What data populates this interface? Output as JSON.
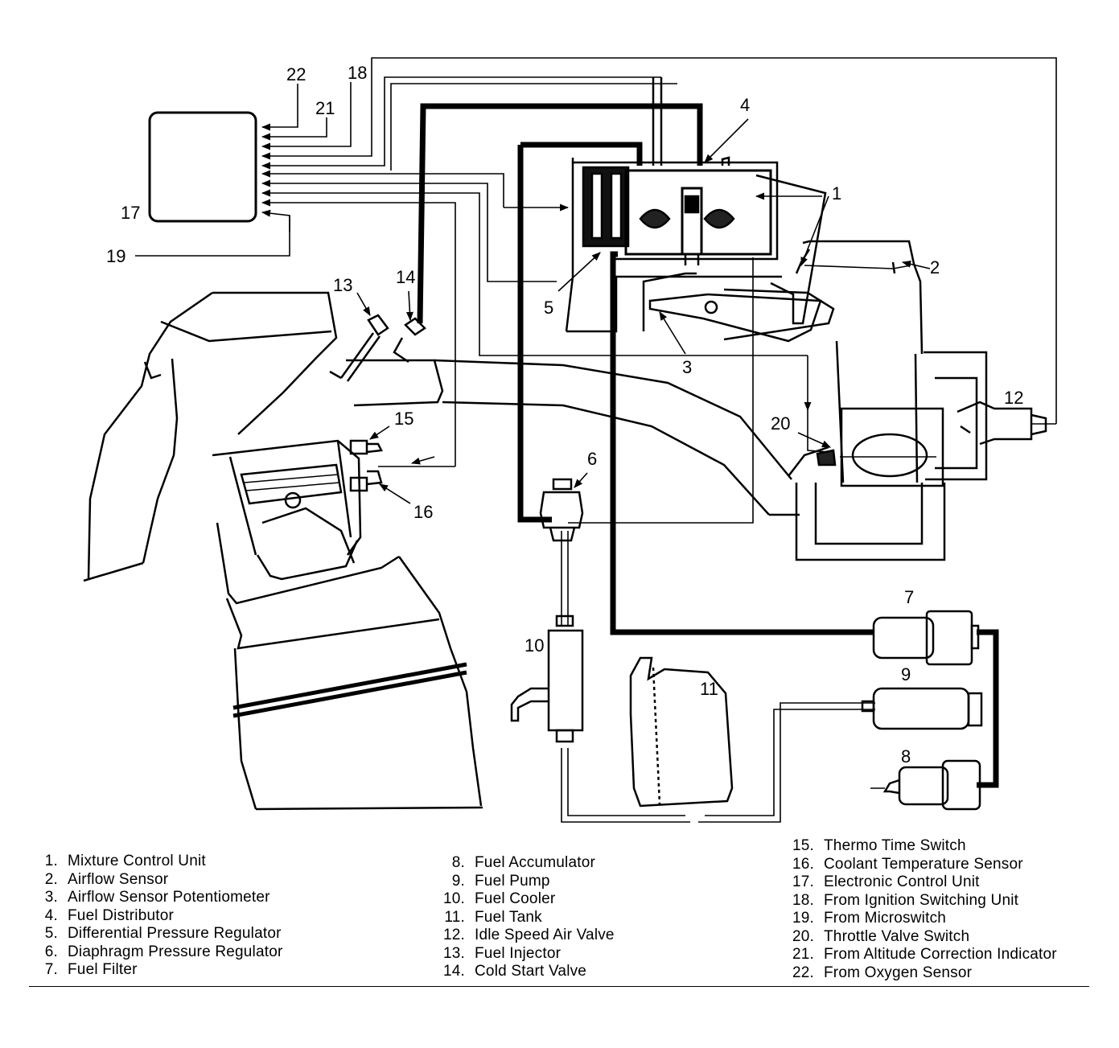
{
  "diagram": {
    "callouts": [
      {
        "id": "1",
        "label": "1"
      },
      {
        "id": "2",
        "label": "2"
      },
      {
        "id": "3",
        "label": "3"
      },
      {
        "id": "4",
        "label": "4"
      },
      {
        "id": "5",
        "label": "5"
      },
      {
        "id": "6",
        "label": "6"
      },
      {
        "id": "7",
        "label": "7"
      },
      {
        "id": "8",
        "label": "8"
      },
      {
        "id": "9",
        "label": "9"
      },
      {
        "id": "10",
        "label": "10"
      },
      {
        "id": "11",
        "label": "11"
      },
      {
        "id": "12",
        "label": "12"
      },
      {
        "id": "13",
        "label": "13"
      },
      {
        "id": "14",
        "label": "14"
      },
      {
        "id": "15",
        "label": "15"
      },
      {
        "id": "16",
        "label": "16"
      },
      {
        "id": "17",
        "label": "17"
      },
      {
        "id": "18",
        "label": "18"
      },
      {
        "id": "19",
        "label": "19"
      },
      {
        "id": "20",
        "label": "20"
      },
      {
        "id": "21",
        "label": "21"
      },
      {
        "id": "22",
        "label": "22"
      }
    ]
  },
  "legend": {
    "columns": [
      [
        {
          "num": "1.",
          "text": "Mixture Control Unit"
        },
        {
          "num": "2.",
          "text": "Airflow Sensor"
        },
        {
          "num": "3.",
          "text": "Airflow Sensor Potentiometer"
        },
        {
          "num": "4.",
          "text": "Fuel Distributor"
        },
        {
          "num": "5.",
          "text": "Differential Pressure Regulator"
        },
        {
          "num": "6.",
          "text": "Diaphragm Pressure Regulator"
        },
        {
          "num": "7.",
          "text": "Fuel Filter"
        }
      ],
      [
        {
          "num": "8.",
          "text": "Fuel Accumulator"
        },
        {
          "num": "9.",
          "text": "Fuel Pump"
        },
        {
          "num": "10.",
          "text": "Fuel Cooler"
        },
        {
          "num": "11.",
          "text": "Fuel Tank"
        },
        {
          "num": "12.",
          "text": "Idle Speed Air Valve"
        },
        {
          "num": "13.",
          "text": "Fuel Injector"
        },
        {
          "num": "14.",
          "text": "Cold Start Valve"
        }
      ],
      [
        {
          "num": "15.",
          "text": "Thermo Time Switch"
        },
        {
          "num": "16.",
          "text": "Coolant Temperature Sensor"
        },
        {
          "num": "17.",
          "text": "Electronic Control Unit"
        },
        {
          "num": "18.",
          "text": "From Ignition Switching Unit"
        },
        {
          "num": "19.",
          "text": "From Microswitch"
        },
        {
          "num": "20.",
          "text": "Throttle Valve Switch"
        },
        {
          "num": "21.",
          "text": "From Altitude Correction Indicator"
        },
        {
          "num": "22.",
          "text": "From Oxygen Sensor"
        }
      ]
    ]
  }
}
